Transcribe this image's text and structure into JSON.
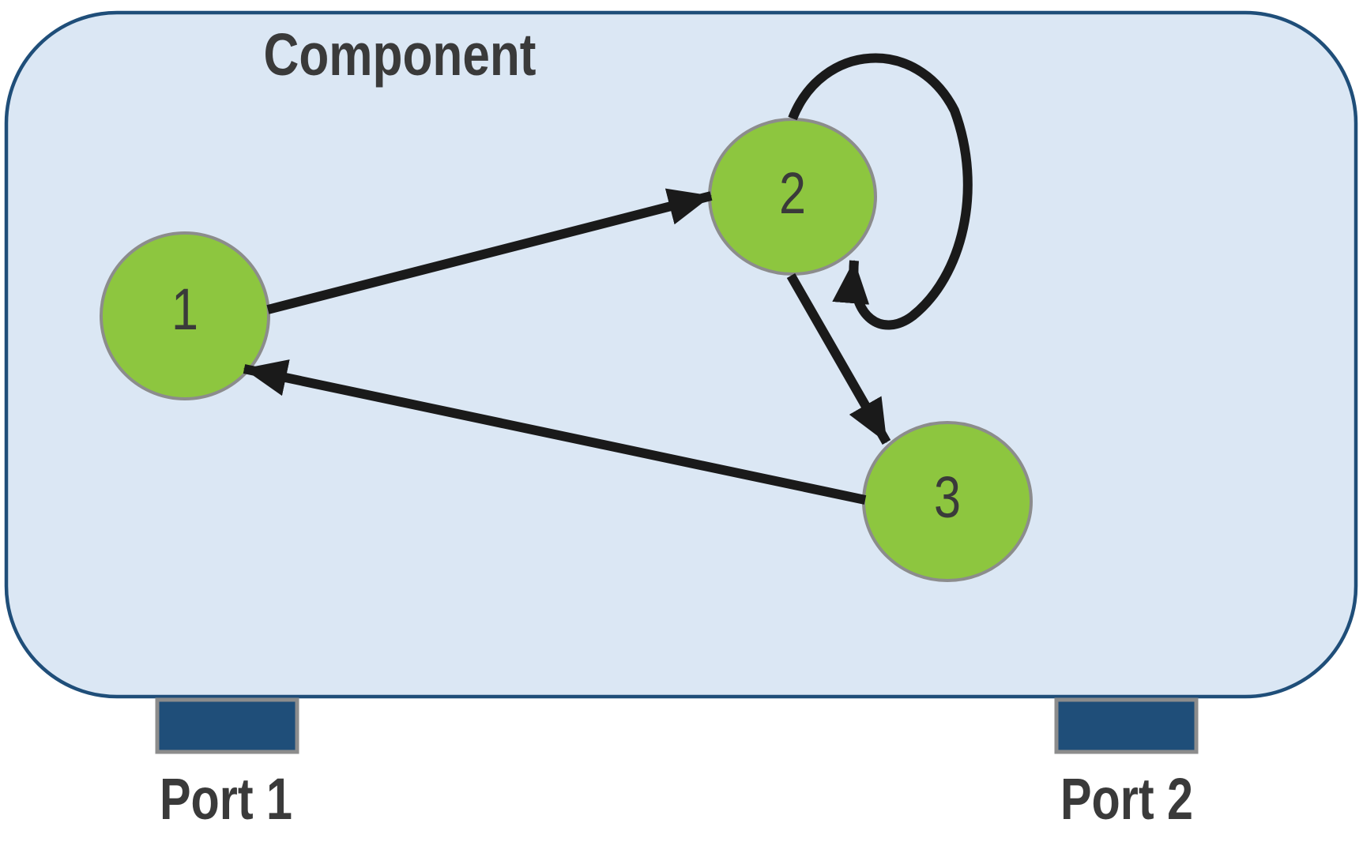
{
  "colors": {
    "background": "#ffffff",
    "component_fill": "#dbe7f4",
    "component_stroke": "#1f4e79",
    "node_fill": "#8dc63f",
    "node_stroke": "#8c8c8c",
    "edge": "#1a1a1a",
    "port_fill": "#1f4e79",
    "port_stroke": "#8c8c8c",
    "text": "#3a3a3a"
  },
  "component": {
    "title": "Component"
  },
  "nodes": [
    {
      "id": "1",
      "label": "1"
    },
    {
      "id": "2",
      "label": "2"
    },
    {
      "id": "3",
      "label": "3"
    }
  ],
  "edges": [
    {
      "from": "1",
      "to": "2",
      "type": "arrow"
    },
    {
      "from": "2",
      "to": "2",
      "type": "self-loop"
    },
    {
      "from": "2",
      "to": "3",
      "type": "arrow"
    },
    {
      "from": "3",
      "to": "1",
      "type": "arrow"
    }
  ],
  "ports": [
    {
      "label": "Port 1"
    },
    {
      "label": "Port 2"
    }
  ]
}
